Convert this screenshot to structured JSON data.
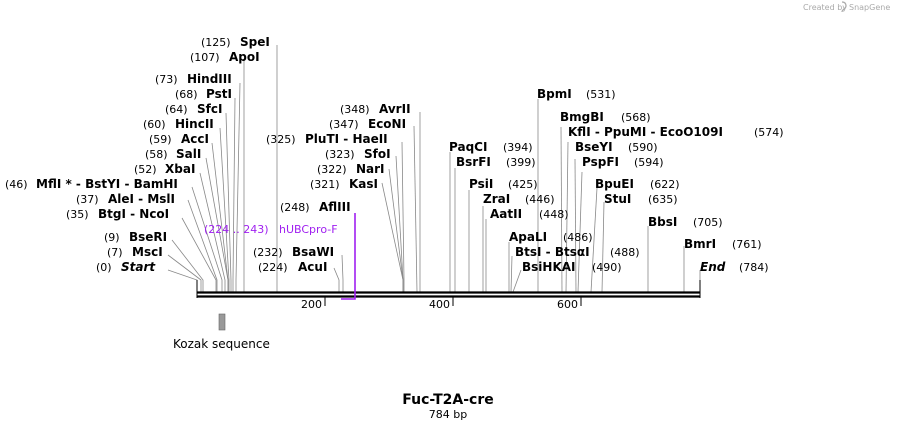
{
  "credit": {
    "prefix": "Created by",
    "brand": "SnapGene"
  },
  "map": {
    "name": "Fuc-T2A-cre",
    "length_label": "784 bp",
    "length": 784,
    "ticks": [
      "200",
      "400",
      "600"
    ],
    "enzymes": [
      {
        "id": "e0",
        "pos": "(0)",
        "label": "Start",
        "italic": true
      },
      {
        "id": "e1",
        "pos": "(7)",
        "label": "MscI"
      },
      {
        "id": "e2",
        "pos": "(9)",
        "label": "BseRI"
      },
      {
        "id": "e3",
        "pos": "(35)",
        "label": "BtgI  - NcoI"
      },
      {
        "id": "e4",
        "pos": "(37)",
        "label": "AleI  - MslI"
      },
      {
        "id": "e5",
        "pos": "(46)",
        "label": "MflI *  - BstYI  - BamHI"
      },
      {
        "id": "e6",
        "pos": "(52)",
        "label": "XbaI"
      },
      {
        "id": "e7",
        "pos": "(58)",
        "label": "SalI"
      },
      {
        "id": "e8",
        "pos": "(59)",
        "label": "AccI"
      },
      {
        "id": "e9",
        "pos": "(60)",
        "label": "HincII"
      },
      {
        "id": "e10",
        "pos": "(64)",
        "label": "SfcI"
      },
      {
        "id": "e11",
        "pos": "(68)",
        "label": "PstI"
      },
      {
        "id": "e12",
        "pos": "(73)",
        "label": "HindIII"
      },
      {
        "id": "e13",
        "pos": "(107)",
        "label": "ApoI"
      },
      {
        "id": "e14",
        "pos": "(125)",
        "label": "SpeI"
      },
      {
        "id": "e15",
        "pos": "(224)",
        "label": "AcuI"
      },
      {
        "id": "e16",
        "pos": "(232)",
        "label": "BsaWI"
      },
      {
        "id": "e17",
        "pos": "(248)",
        "label": "AflIII"
      },
      {
        "id": "e18",
        "pos": "(321)",
        "label": "KasI"
      },
      {
        "id": "e19",
        "pos": "(322)",
        "label": "NarI"
      },
      {
        "id": "e20",
        "pos": "(323)",
        "label": "SfoI"
      },
      {
        "id": "e21",
        "pos": "(325)",
        "label": "PluTI  - HaeII"
      },
      {
        "id": "e22",
        "pos": "(347)",
        "label": "EcoNI"
      },
      {
        "id": "e23",
        "pos": "(348)",
        "label": "AvrII"
      },
      {
        "id": "e24",
        "pos": "(394)",
        "label": "PaqCI"
      },
      {
        "id": "e25",
        "pos": "(399)",
        "label": "BsrFI"
      },
      {
        "id": "e26",
        "pos": "(425)",
        "label": "PsiI"
      },
      {
        "id": "e27",
        "pos": "(446)",
        "label": "ZraI"
      },
      {
        "id": "e28",
        "pos": "(448)",
        "label": "AatII"
      },
      {
        "id": "e29",
        "pos": "(486)",
        "label": "ApaLI"
      },
      {
        "id": "e30",
        "pos": "(488)",
        "label": "BtsI  - BtsαI"
      },
      {
        "id": "e31",
        "pos": "(490)",
        "label": "BsiHKAI"
      },
      {
        "id": "e32",
        "pos": "(531)",
        "label": "BpmI"
      },
      {
        "id": "e33",
        "pos": "(568)",
        "label": "BmgBI"
      },
      {
        "id": "e34",
        "pos": "(574)",
        "label": "KflI  - PpuMI  - EcoO109I"
      },
      {
        "id": "e35",
        "pos": "(590)",
        "label": "BseYI"
      },
      {
        "id": "e36",
        "pos": "(594)",
        "label": "PspFI"
      },
      {
        "id": "e37",
        "pos": "(622)",
        "label": "BpuEI"
      },
      {
        "id": "e38",
        "pos": "(635)",
        "label": "StuI"
      },
      {
        "id": "e39",
        "pos": "(705)",
        "label": "BbsI"
      },
      {
        "id": "e40",
        "pos": "(761)",
        "label": "BmrI"
      },
      {
        "id": "e41",
        "pos": "(784)",
        "label": "End",
        "italic": true
      }
    ],
    "primer": {
      "range": "(224 .. 243)",
      "name": "hUBCpro-F",
      "color": "#a020f0"
    },
    "feature": {
      "name": "Kozak sequence",
      "color": "#999999"
    }
  }
}
